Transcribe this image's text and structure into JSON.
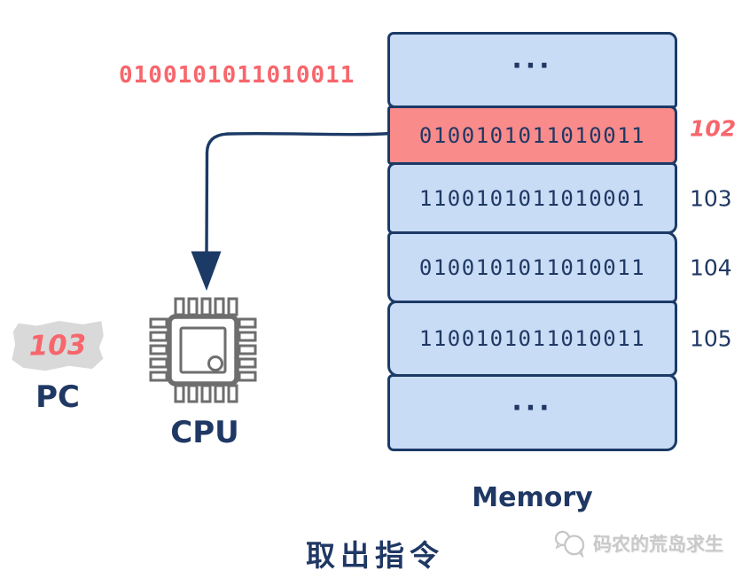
{
  "colors": {
    "navy": "#1f3864",
    "arrow": "#1c3a66",
    "row_blue": "#c9dcf5",
    "row_red": "#f98b8b",
    "red_text": "#f7666c",
    "chip_gray": "#6e6e6e",
    "swatch_gray": "#d9d9d9",
    "watermark_gray": "#c9c9c9"
  },
  "fetched_instruction": {
    "value": "0100101011010011"
  },
  "pc": {
    "value": "103",
    "label": "PC"
  },
  "cpu": {
    "label": "CPU"
  },
  "memory": {
    "label": "Memory",
    "rows": [
      {
        "content": "...",
        "address": ""
      },
      {
        "content": "0100101011010011",
        "address": "102"
      },
      {
        "content": "1100101011010001",
        "address": "103"
      },
      {
        "content": "0100101011010011",
        "address": "104"
      },
      {
        "content": "1100101011010011",
        "address": "105"
      },
      {
        "content": "...",
        "address": ""
      }
    ]
  },
  "caption": {
    "title": "取出指令"
  },
  "watermark": {
    "text": "码农的荒岛求生"
  }
}
